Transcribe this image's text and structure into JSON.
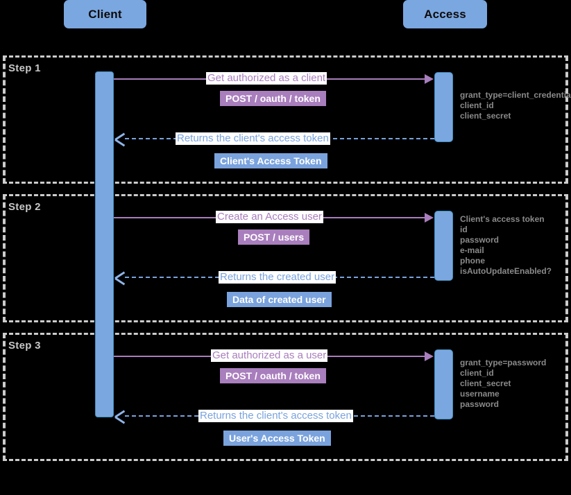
{
  "diagram": {
    "type": "sequence-diagram",
    "participants": [
      {
        "id": "client",
        "label": "Client"
      },
      {
        "id": "access",
        "label": "Access"
      }
    ],
    "steps": [
      {
        "label": "Step 1",
        "request": {
          "text": "Get authorized as a client",
          "badge": "POST / oauth / token"
        },
        "response": {
          "text": "Returns the client's access token",
          "badge": "Client's Access Token"
        },
        "note_lines": [
          "grant_type=client_credentials",
          "client_id",
          "client_secret"
        ]
      },
      {
        "label": "Step 2",
        "request": {
          "text": "Create an Access user",
          "badge": "POST / users"
        },
        "response": {
          "text": "Returns the created user",
          "badge": "Data of created user"
        },
        "note_lines": [
          "Client's access token",
          "id",
          "password",
          "e-mail",
          "phone",
          "isAutoUpdateEnabled?"
        ]
      },
      {
        "label": "Step 3",
        "request": {
          "text": "Get authorized as a user",
          "badge": "POST / oauth / token"
        },
        "response": {
          "text": "Returns the client's access token",
          "badge": "User's Access Token"
        },
        "note_lines": [
          "grant_type=password",
          "client_id",
          "client_secret",
          "username",
          "password"
        ]
      }
    ],
    "colors": {
      "participant_fill": "#7BA7E0",
      "request_accent": "#a97ebd",
      "response_accent": "#7aa3dd",
      "frame_border": "#cccccc",
      "note_text": "#8a8a8a",
      "background": "#000000"
    }
  }
}
